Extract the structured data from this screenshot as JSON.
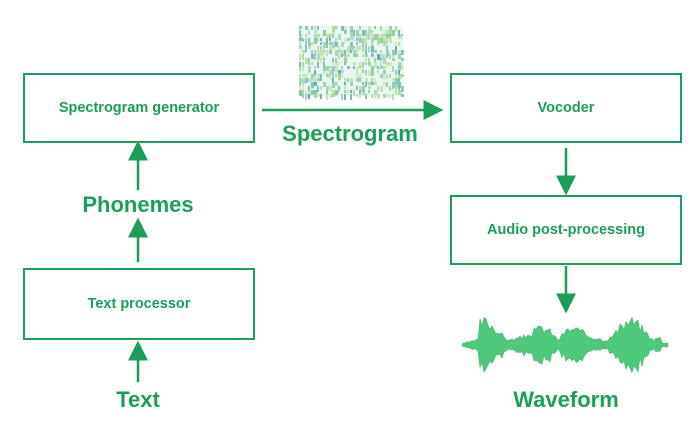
{
  "colors": {
    "accent": "#1c9e5a",
    "wave": "#4ec97a"
  },
  "nodes": {
    "spectrogram_generator": "Spectrogram generator",
    "text_processor": "Text processor",
    "vocoder": "Vocoder",
    "audio_post_processing": "Audio post-processing"
  },
  "labels": {
    "spectrogram": "Spectrogram",
    "phonemes": "Phonemes",
    "text": "Text",
    "waveform": "Waveform"
  },
  "images": {
    "spectrogram_thumbnail": "spectrogram-image",
    "waveform_graphic": "waveform-image"
  }
}
